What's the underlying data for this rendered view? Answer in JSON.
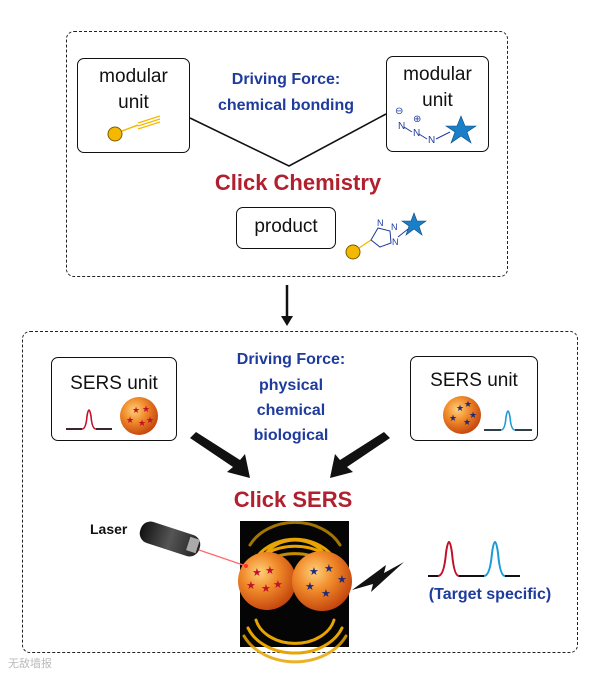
{
  "top_panel": {
    "left_box_line1": "modular",
    "left_box_line2": "unit",
    "right_box_line1": "modular",
    "right_box_line2": "unit",
    "driving_force_line1": "Driving Force:",
    "driving_force_line2": "chemical bonding",
    "title": "Click Chemistry",
    "product_label": "product",
    "azide_charge_minus": "⊖",
    "azide_charge_plus": "⊕",
    "azide_n1": "N",
    "azide_n2": "N",
    "azide_n3": "N",
    "triazole_n1": "N",
    "triazole_n2": "N",
    "triazole_n3": "N"
  },
  "bottom_panel": {
    "left_box_label": "SERS unit",
    "right_box_label": "SERS unit",
    "driving_force_line1": "Driving Force:",
    "driving_force_line2": "physical",
    "driving_force_line3": "chemical",
    "driving_force_line4": "biological",
    "title": "Click SERS",
    "laser_label": "Laser",
    "target_label": "(Target specific)"
  },
  "watermark": "无敌墙报",
  "colors": {
    "title_red": "#b0202e",
    "text_blue": "#1f3b9c",
    "peak_red": "#c0102a",
    "peak_blue": "#1a9ad6",
    "star_blue": "#1a7fc8",
    "ball_orange": "#e8621c",
    "ball_yellow": "#f5b800"
  },
  "icons": [
    "arrow-down-icon",
    "arrow-diagonal-icon",
    "laser-icon",
    "lightning-icon",
    "star-icon"
  ]
}
